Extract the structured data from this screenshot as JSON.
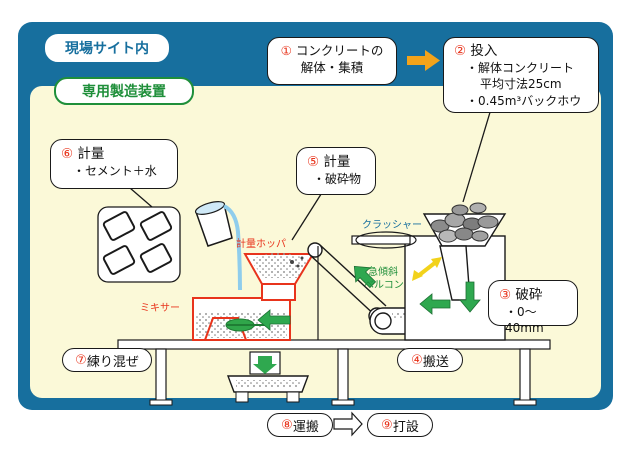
{
  "header": {
    "site_label": "現場サイト内",
    "plant_label": "専用製造装置"
  },
  "steps": [
    {
      "num": "①",
      "title": "コンクリートの",
      "line2": "解体・集積"
    },
    {
      "num": "②",
      "title": "投入",
      "details": [
        "・解体コンクリート",
        "平均寸法25cm",
        "・0.45m³バックホウ"
      ]
    },
    {
      "num": "③",
      "title": "破砕",
      "details": [
        "・0〜40mm"
      ]
    },
    {
      "num": "④",
      "title": "搬送"
    },
    {
      "num": "⑤",
      "title": "計量",
      "details": [
        "・破砕物"
      ]
    },
    {
      "num": "⑥",
      "title": "計量",
      "details": [
        "・セメント＋水"
      ]
    },
    {
      "num": "⑦",
      "title": "練り混ぜ"
    },
    {
      "num": "⑧",
      "title": "運搬"
    },
    {
      "num": "⑨",
      "title": "打設"
    }
  ],
  "machine_labels": {
    "crusher": "クラッシャー",
    "hopper": "計量ホッパ",
    "mixer": "ミキサー",
    "conveyor_line1": "急傾斜",
    "conveyor_line2": "ベルコン"
  },
  "colors": {
    "frame_blue": "#176f9e",
    "inner_cream": "#fbf9d8",
    "accent_red": "#e8341c",
    "label_green": "#1f8f3a",
    "arrow_orange": "#f2a31b"
  },
  "icons": [
    "cement-bag-icon",
    "water-bucket-icon",
    "arrow-right-icon",
    "arrow-down-icon"
  ]
}
